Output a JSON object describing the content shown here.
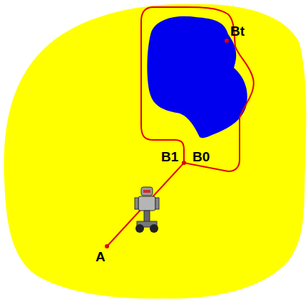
{
  "diagram": {
    "labels": [
      "Bt",
      "B1",
      "B0",
      "A"
    ]
  }
}
